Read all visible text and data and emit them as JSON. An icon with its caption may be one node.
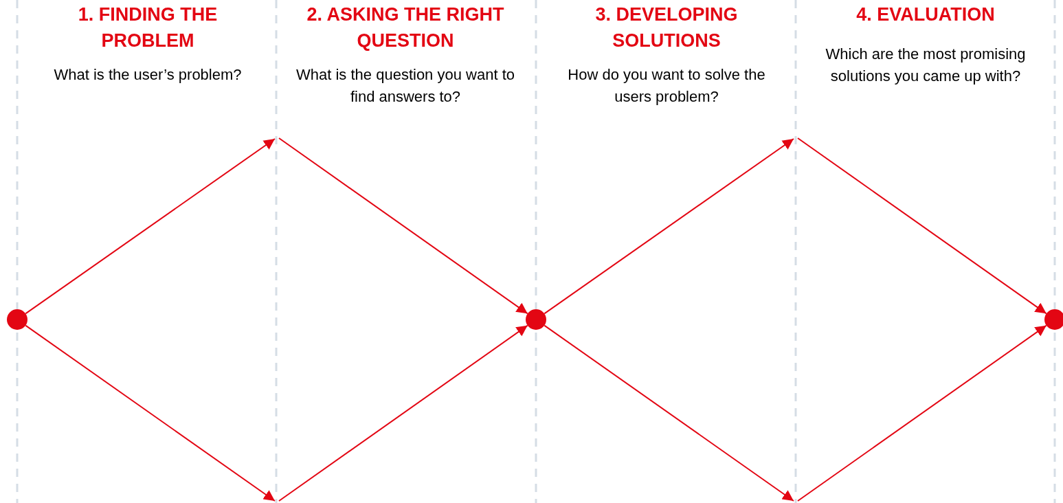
{
  "diagram": {
    "nodes": [
      {
        "text": [],
        "shape": "circle"
      },
      {
        "text": [],
        "shape": "circle"
      },
      {
        "text": [],
        "shape": "circle"
      }
    ],
    "edges": [
      {
        "from": 0,
        "to": null,
        "arrow": "to"
      },
      {
        "from": 0,
        "to": null,
        "arrow": "to"
      },
      {
        "from": null,
        "to": 1,
        "arrow": "to"
      },
      {
        "from": null,
        "to": 1,
        "arrow": "to"
      },
      {
        "from": 1,
        "to": null,
        "arrow": "to"
      },
      {
        "from": 1,
        "to": null,
        "arrow": "to"
      },
      {
        "from": null,
        "to": 2,
        "arrow": "to"
      },
      {
        "from": null,
        "to": 2,
        "arrow": "to"
      }
    ],
    "labels": [
      "1. FINDING THE PROBLEM",
      "What is the user’s problem?",
      "2. ASKING THE RIGHT QUESTION",
      "What is the question you want to find answers to?",
      "3. DEVELOPING SOLUTIONS",
      "How do you want to solve the users problem?",
      "4. EVALUATION",
      "Which are the most promising solutions you came up with?"
    ]
  }
}
